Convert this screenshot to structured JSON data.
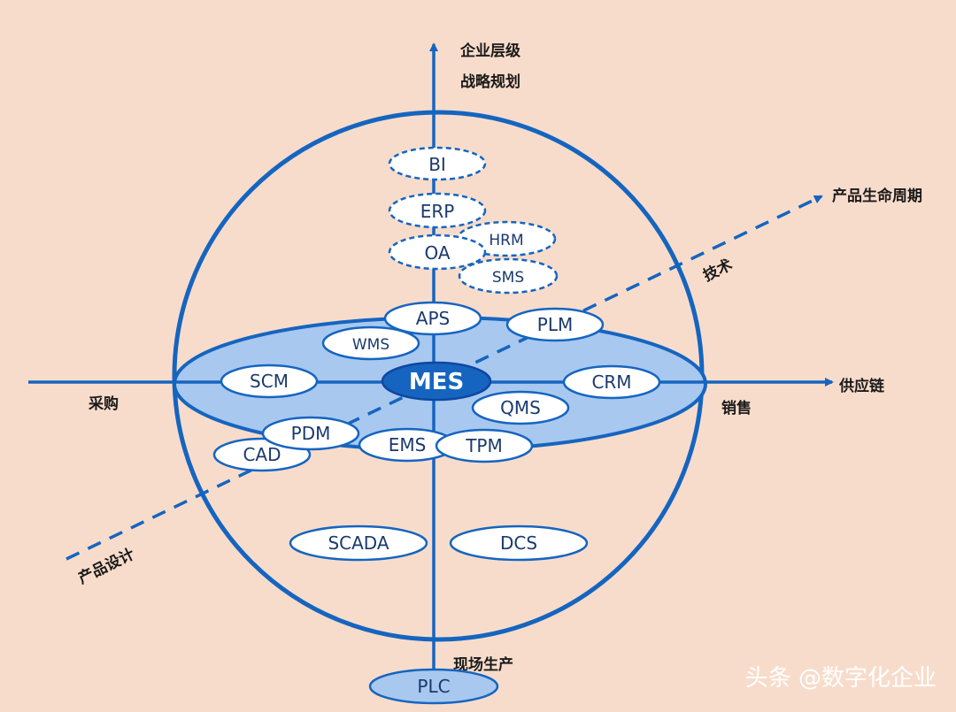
{
  "axes": {
    "top_line1": "企业层级",
    "top_line2": "战略规划",
    "bottom": "现场生产",
    "left": "采购",
    "right_arrow": "供应链",
    "right_below": "销售",
    "diag_end": "产品生命周期",
    "diag_tech": "技术",
    "diag_start": "产品设计"
  },
  "nodes": {
    "bi": "BI",
    "erp": "ERP",
    "oa": "OA",
    "hrm": "HRM",
    "sms": "SMS",
    "aps": "APS",
    "plm": "PLM",
    "wms": "WMS",
    "scm": "SCM",
    "mes": "MES",
    "crm": "CRM",
    "qms": "QMS",
    "pdm": "PDM",
    "cad": "CAD",
    "ems": "EMS",
    "tpm": "TPM",
    "scada": "SCADA",
    "dcs": "DCS",
    "plc": "PLC"
  },
  "watermark": "头条 @数字化企业",
  "colors": {
    "background": "#f8dccb",
    "axis_blue": "#1565c0",
    "disk_fill": "#a8c8ef",
    "node_fill": "#ffffff",
    "mes_fill": "#1565c0"
  }
}
